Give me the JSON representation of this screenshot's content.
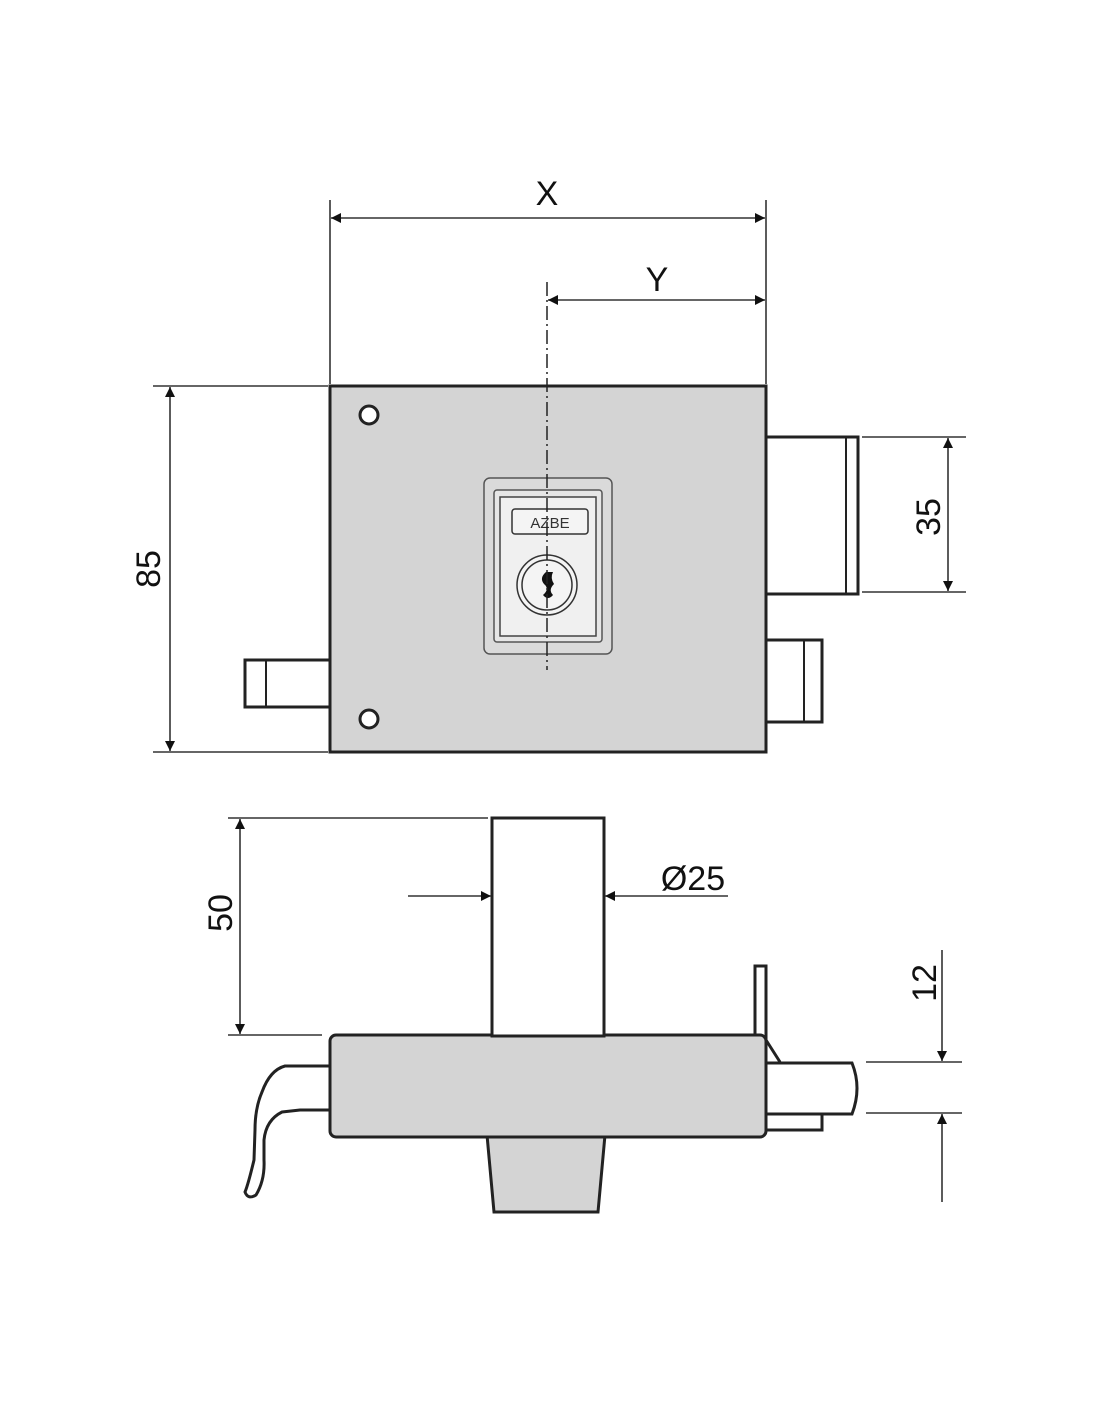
{
  "drawing": {
    "brand_label": "AZBE",
    "top_view": {
      "dim_width": "X",
      "dim_backset": "Y",
      "dim_height": "85",
      "dim_bolt_height": "35"
    },
    "side_view": {
      "dim_cylinder_projection": "50",
      "dim_cylinder_diameter": "Ø25",
      "dim_bolt_offset": "12"
    },
    "colors": {
      "body_fill": "#d4d4d4",
      "line": "#222222"
    }
  }
}
